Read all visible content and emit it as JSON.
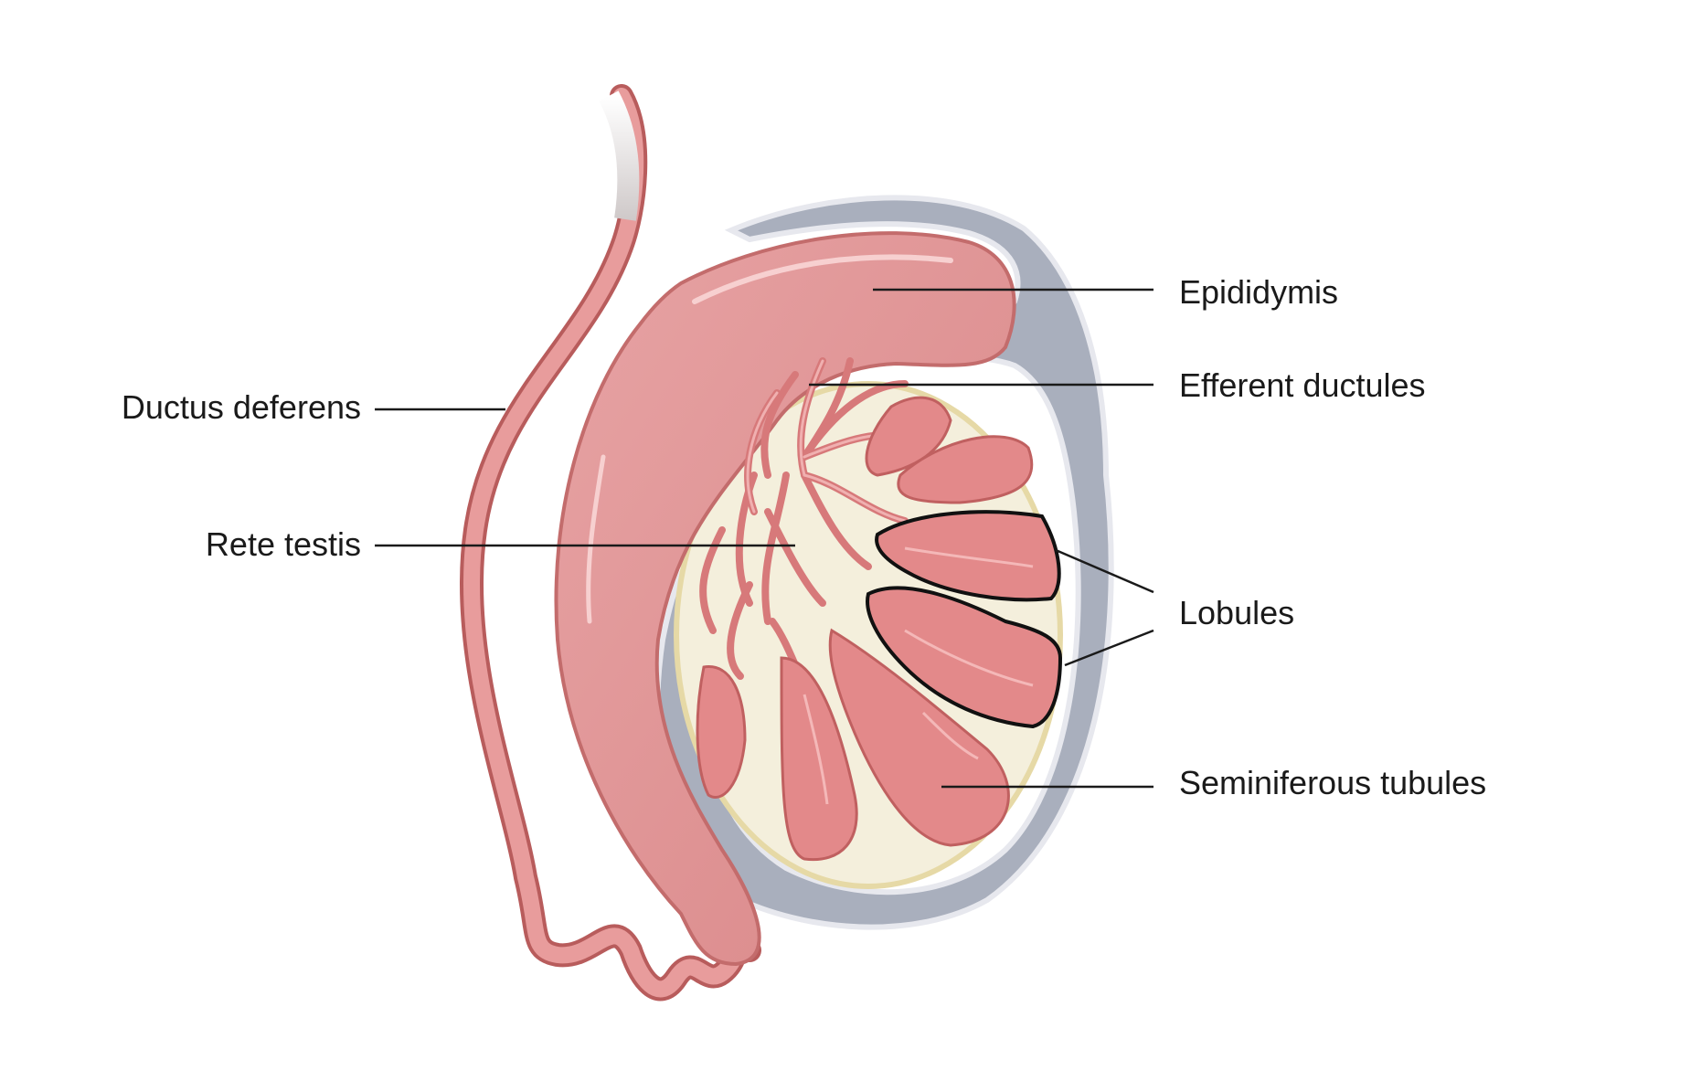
{
  "labels": {
    "ductus_deferens": "Ductus deferens",
    "rete_testis": "Rete testis",
    "epididymis": "Epididymis",
    "efferent_ductules": "Efferent ductules",
    "lobules": "Lobules",
    "seminiferous_tubules": "Seminiferous tubules"
  },
  "colors": {
    "tissue_pink": "#e59d9f",
    "tissue_dark": "#c9625f",
    "tissue_light": "#f2c4c4",
    "tunica_gray": "#a7adbb",
    "tunica_edge": "#7e8496",
    "testis_fill": "#f5f0df",
    "leader_line": "#1a1a1a"
  }
}
